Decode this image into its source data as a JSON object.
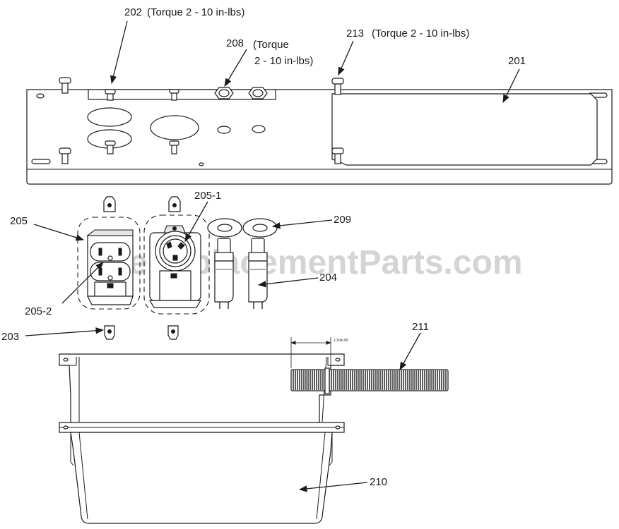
{
  "watermark": "eReplacementParts.com",
  "dimension_text": "1.30in.50",
  "callouts": {
    "c202": "202",
    "c202_note": "(Torque 2 - 10 in-lbs)",
    "c208": "208",
    "c208_note_1": "(Torque",
    "c208_note_2": "2 - 10 in-lbs)",
    "c213": "213",
    "c213_note": "(Torque 2 - 10 in-lbs)",
    "c201": "201",
    "c205": "205",
    "c205_1": "205-1",
    "c205_2": "205-2",
    "c209": "209",
    "c204": "204",
    "c203": "203",
    "c211": "211",
    "c210": "210"
  }
}
